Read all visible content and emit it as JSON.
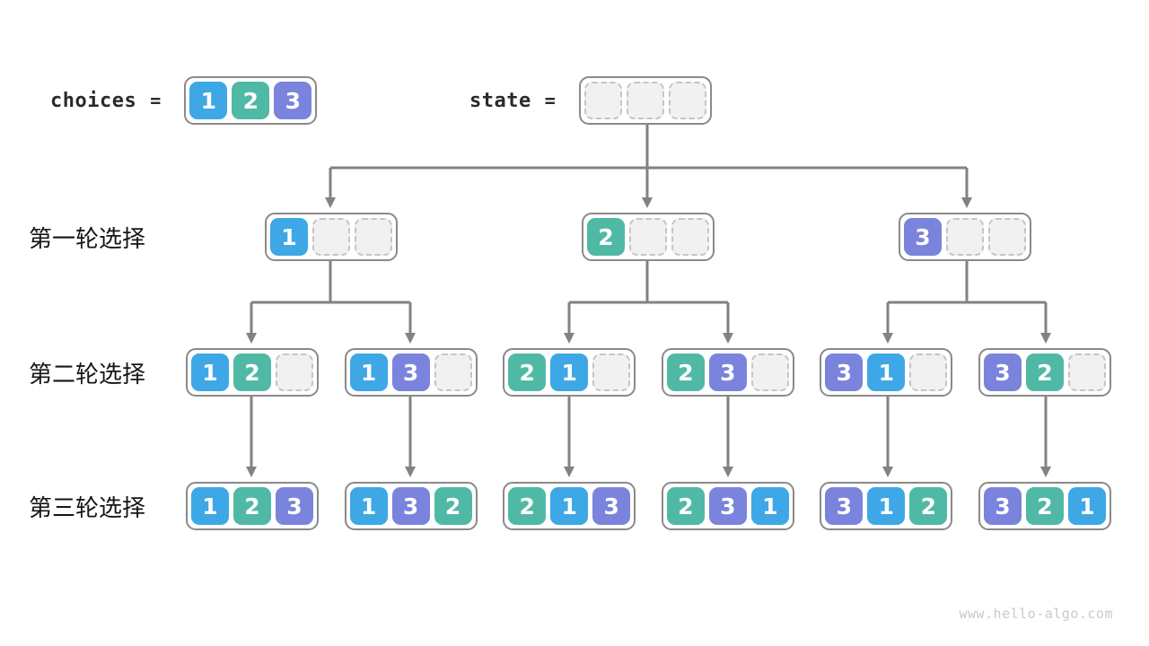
{
  "header": {
    "choices_label": "choices",
    "state_label": "state",
    "equals": "=",
    "choices_cells": [
      "1",
      "2",
      "3"
    ],
    "state_cells": [
      "",
      "",
      ""
    ]
  },
  "rows": [
    {
      "label": "第一轮选择",
      "boxes": [
        [
          "1",
          "",
          ""
        ],
        [
          "2",
          "",
          ""
        ],
        [
          "3",
          "",
          ""
        ]
      ]
    },
    {
      "label": "第二轮选择",
      "boxes": [
        [
          "1",
          "2",
          ""
        ],
        [
          "1",
          "3",
          ""
        ],
        [
          "2",
          "1",
          ""
        ],
        [
          "2",
          "3",
          ""
        ],
        [
          "3",
          "1",
          ""
        ],
        [
          "3",
          "2",
          ""
        ]
      ]
    },
    {
      "label": "第三轮选择",
      "boxes": [
        [
          "1",
          "2",
          "3"
        ],
        [
          "1",
          "3",
          "2"
        ],
        [
          "2",
          "1",
          "3"
        ],
        [
          "2",
          "3",
          "1"
        ],
        [
          "3",
          "1",
          "2"
        ],
        [
          "3",
          "2",
          "1"
        ]
      ]
    }
  ],
  "colors": {
    "cell_1": "#3EA7E6",
    "cell_2": "#50B9A6",
    "cell_3": "#7A84DC",
    "empty_fill": "#F1F1F1",
    "empty_border": "#C5C5C5",
    "container_border": "#8A8A8A",
    "arrow": "#828282"
  },
  "footer": {
    "watermark": "www.hello-algo.com"
  }
}
